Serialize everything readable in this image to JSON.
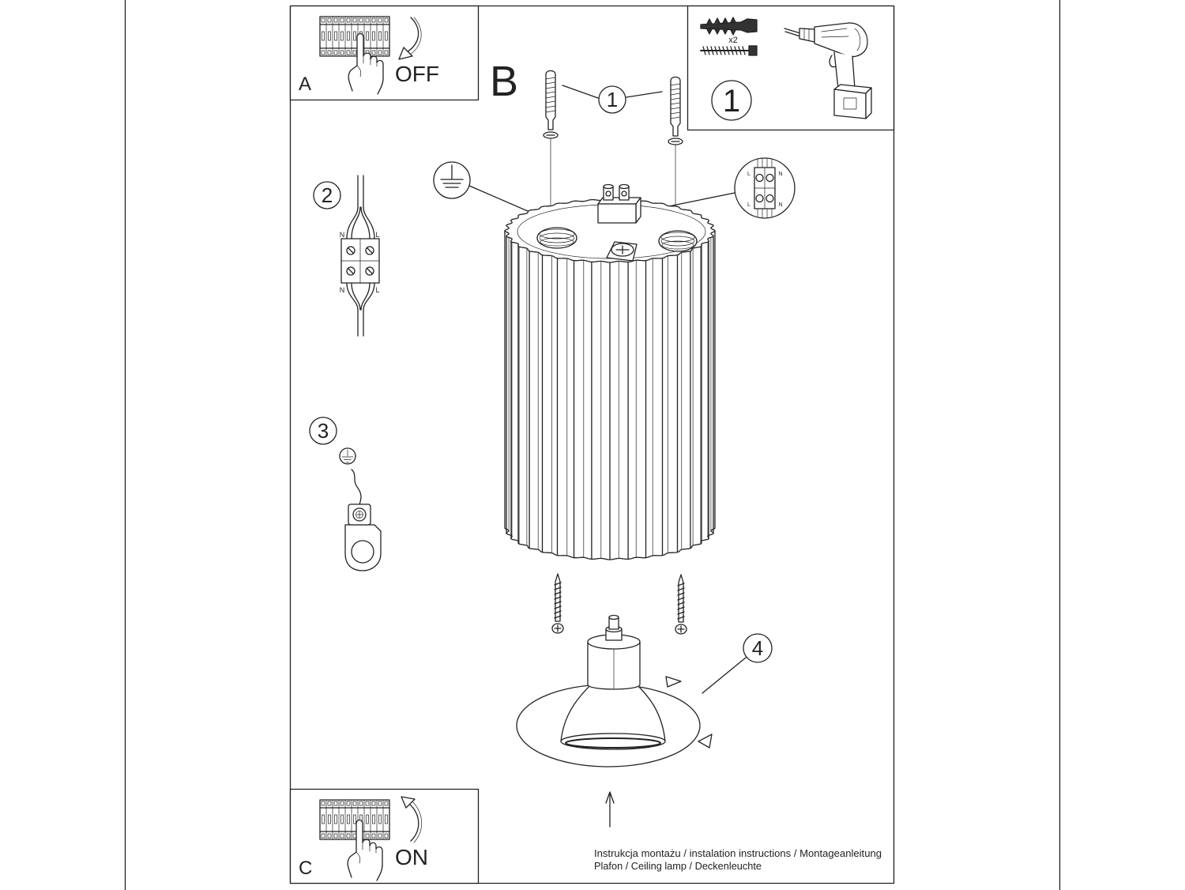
{
  "panel_a": {
    "letter": "A",
    "label": "OFF"
  },
  "panel_b": {
    "letter": "B"
  },
  "panel_c": {
    "letter": "C",
    "label": "ON"
  },
  "tools_box": {
    "dowel_quantity": "x2",
    "step_number": "1"
  },
  "callouts": {
    "dowels": "1",
    "wiring": "2",
    "grounding": "3",
    "lamp": "4"
  },
  "wiring_labels": {
    "top_neutral": "N",
    "top_live": "L",
    "bottom_neutral": "N",
    "bottom_live": "L"
  },
  "connector_detail_labels": {
    "top_live": "L",
    "top_neutral": "N",
    "bottom_live": "L",
    "bottom_neutral": "N"
  },
  "footer": {
    "line1": "Instrukcja montażu / instalation instructions / Montageanleitung",
    "line2": "Plafon / Ceiling lamp / Deckenleuchte"
  },
  "colors": {
    "ink": "#222222",
    "paper": "#ffffff"
  }
}
